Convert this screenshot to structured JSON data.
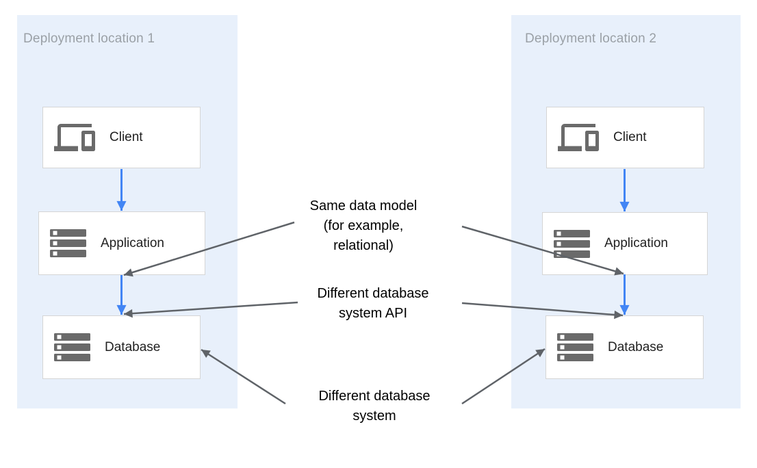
{
  "colors": {
    "panel_bg": "#e8f0fb",
    "box_bg": "#ffffff",
    "box_border": "#d5d5d5",
    "panel_title": "#9aa0a6",
    "node_label": "#212121",
    "icon_gray": "#6a6a6a",
    "flow_arrow": "#4285f4",
    "annotation_arrow": "#5f6368",
    "annotation_text": "#000000"
  },
  "panels": [
    {
      "title": "Deployment location 1",
      "nodes": [
        {
          "label": "Client",
          "icon": "devices-icon"
        },
        {
          "label": "Application",
          "icon": "server-stack-icon"
        },
        {
          "label": "Database",
          "icon": "server-stack-icon"
        }
      ]
    },
    {
      "title": "Deployment location 2",
      "nodes": [
        {
          "label": "Client",
          "icon": "devices-icon"
        },
        {
          "label": "Application",
          "icon": "server-stack-icon"
        },
        {
          "label": "Database",
          "icon": "server-stack-icon"
        }
      ]
    }
  ],
  "annotations": [
    {
      "lines": [
        "Same data model",
        "(for example,",
        "relational)"
      ]
    },
    {
      "lines": [
        "Different database",
        "system API"
      ]
    },
    {
      "lines": [
        "Different database",
        "system"
      ]
    }
  ]
}
